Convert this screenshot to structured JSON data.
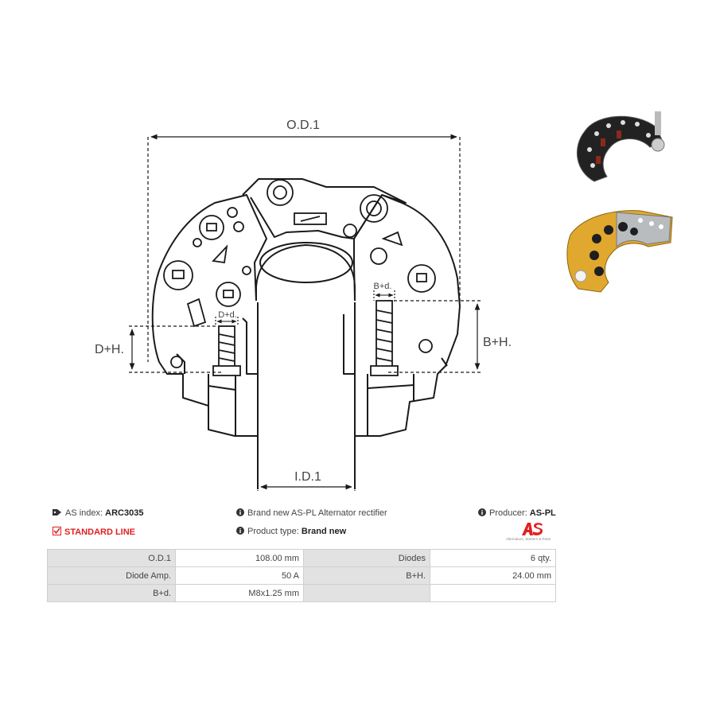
{
  "dimensions": {
    "od": "O.D.1",
    "id": "I.D.1",
    "dh": "D+H.",
    "bh": "B+H.",
    "dd": "D+d.",
    "bd": "B+d."
  },
  "info": {
    "as_index_label": "AS index:",
    "as_index_value": "ARC3035",
    "line": "STANDARD LINE",
    "description": "Brand new AS-PL Alternator rectifier",
    "product_type_label": "Product type:",
    "product_type_value": "Brand new",
    "producer_label": "Producer:",
    "producer_value": "AS-PL"
  },
  "logo": {
    "tagline": "Alternators, Starters & Parts"
  },
  "specs": [
    [
      "O.D.1",
      "108.00 mm",
      "Diodes",
      "6 qty."
    ],
    [
      "Diode Amp.",
      "50 A",
      "B+H.",
      "24.00 mm"
    ],
    [
      "B+d.",
      "M8x1.25 mm",
      "",
      ""
    ]
  ],
  "colors": {
    "accent": "#e02020",
    "table_label_bg": "#e2e2e2",
    "line": "#1a1a1a"
  }
}
